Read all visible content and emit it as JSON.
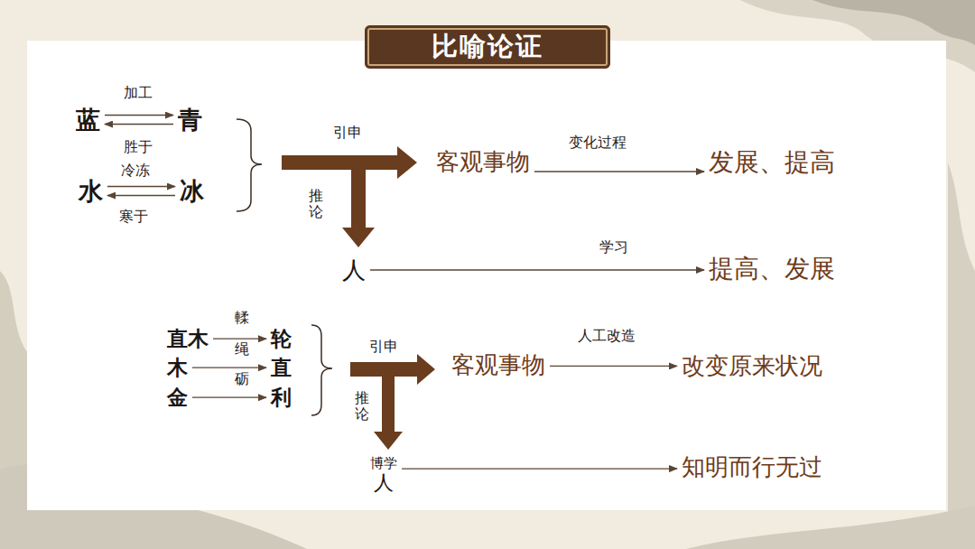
{
  "diagram": {
    "title": "比喻论证",
    "nodes": [
      {
        "text": [
          "蓝"
        ]
      },
      {
        "text": [
          "青"
        ]
      },
      {
        "text": [
          "水"
        ]
      },
      {
        "text": [
          "冰"
        ]
      },
      {
        "text": [
          "客观事物"
        ]
      },
      {
        "text": [
          "发展、提高"
        ]
      },
      {
        "text": [
          "人"
        ]
      },
      {
        "text": [
          "提高、发展"
        ]
      },
      {
        "text": [
          "直木"
        ]
      },
      {
        "text": [
          "木"
        ]
      },
      {
        "text": [
          "金"
        ]
      },
      {
        "text": [
          "轮"
        ]
      },
      {
        "text": [
          "直"
        ]
      },
      {
        "text": [
          "利"
        ]
      },
      {
        "text": [
          "客观事物"
        ]
      },
      {
        "text": [
          "改变原来状况"
        ]
      },
      {
        "text": [
          "博学",
          "人"
        ]
      },
      {
        "text": [
          "知明而行无过"
        ]
      }
    ],
    "edges": [
      {
        "from": 0,
        "to": 1,
        "label": "加工",
        "arrow": "to"
      },
      {
        "from": 1,
        "to": 0,
        "label": "胜于",
        "arrow": "to"
      },
      {
        "from": 2,
        "to": 3,
        "label": "冷冻",
        "arrow": "to"
      },
      {
        "from": 3,
        "to": 2,
        "label": "寒于",
        "arrow": "to"
      },
      {
        "from": 4,
        "to": 5,
        "label": "变化过程",
        "arrow": "to"
      },
      {
        "from": 6,
        "to": 7,
        "label": "学习",
        "arrow": "to"
      },
      {
        "from": 8,
        "to": 11,
        "label": "輮",
        "arrow": "to"
      },
      {
        "from": 9,
        "to": 12,
        "label": "绳",
        "arrow": "to"
      },
      {
        "from": 10,
        "to": 13,
        "label": "砺",
        "arrow": "to"
      },
      {
        "from": 14,
        "to": 15,
        "label": "人工改造",
        "arrow": "to"
      },
      {
        "from": 16,
        "to": 17,
        "arrow": "to"
      }
    ],
    "labels": [
      "引申",
      "推论",
      "引申",
      "推论"
    ]
  }
}
